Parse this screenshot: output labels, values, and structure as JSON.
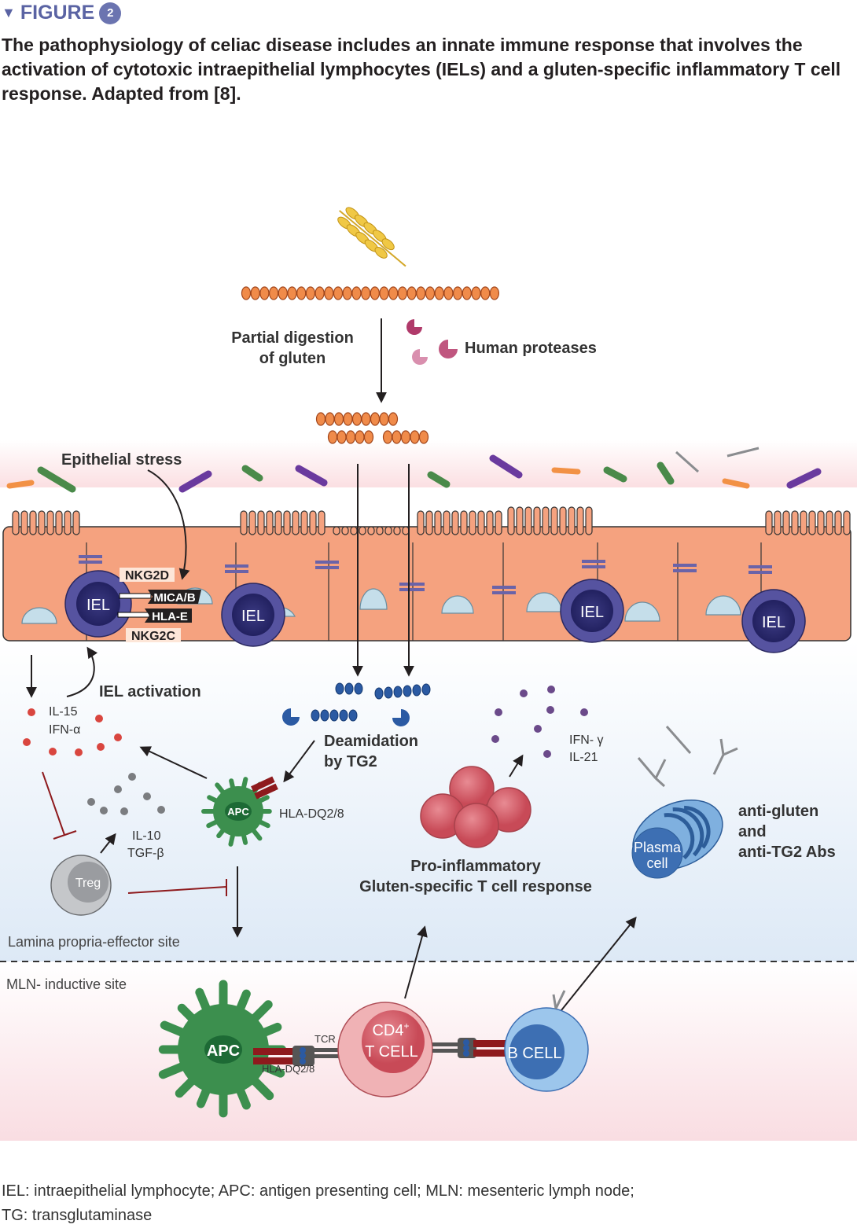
{
  "header": {
    "label": "FIGURE",
    "number": "2"
  },
  "caption": "The pathophysiology of celiac disease includes an innate immune response that involves the activation of cytotoxic intraepithelial lymphocytes (IELs) and a gluten-specific inflammatory T cell response. Adapted from [8].",
  "diagram": {
    "partial_digestion": [
      "Partial digestion",
      "of gluten"
    ],
    "human_proteases": "Human proteases",
    "epithelial_stress": "Epithelial stress",
    "nkg2d": "NKG2D",
    "mica": "MICA/B",
    "hlae": "HLA-E",
    "nkg2c": "NKG2C",
    "iel": "IEL",
    "iel_activation": "IEL activation",
    "il15": "IL-15",
    "ifna": "IFN-α",
    "deamidation": [
      "Deamidation",
      "by TG2"
    ],
    "apc": "APC",
    "hla_dq": "HLA-DQ2/8",
    "il10": "IL-10",
    "tgfb": "TGF-β",
    "treg": "Treg",
    "ifng": "IFN- γ",
    "il21": "IL-21",
    "proinflammatory": [
      "Pro-inflammatory",
      "Gluten-specific T cell response"
    ],
    "plasma": [
      "Plasma",
      "cell"
    ],
    "abs": [
      "anti-gluten",
      "and",
      "anti-TG2 Abs"
    ],
    "lamina": "Lamina propria-effector site",
    "mln": "MLN- inductive site",
    "tcr": "TCR",
    "cd4": "CD4",
    "cd4_sup": "+",
    "tcell": "T CELL",
    "bcell": "B CELL"
  },
  "footer": [
    "IEL: intraepithelial lymphocyte; APC: antigen presenting cell; MLN: mesenteric lymph node;",
    "TG: transglutaminase"
  ]
}
